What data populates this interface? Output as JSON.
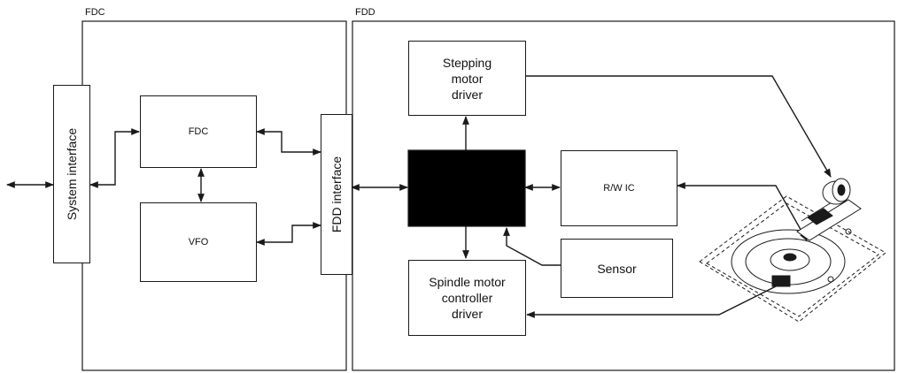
{
  "panels": {
    "fdc_label": "FDC",
    "fdd_label": "FDD"
  },
  "blocks": {
    "system_interface": "System interface",
    "fdc_chip": "FDC",
    "vfo": "VFO",
    "fdd_interface": "FDD interface",
    "stepping_motor_driver": "Stepping\nmotor\ndriver",
    "rw_ic": "R/W IC",
    "sensor": "Sensor",
    "spindle_motor_driver": "Spindle motor\ncontroller\ndriver"
  },
  "colors": {
    "line": "#1a1a1a",
    "controller_fill": "#000000"
  }
}
